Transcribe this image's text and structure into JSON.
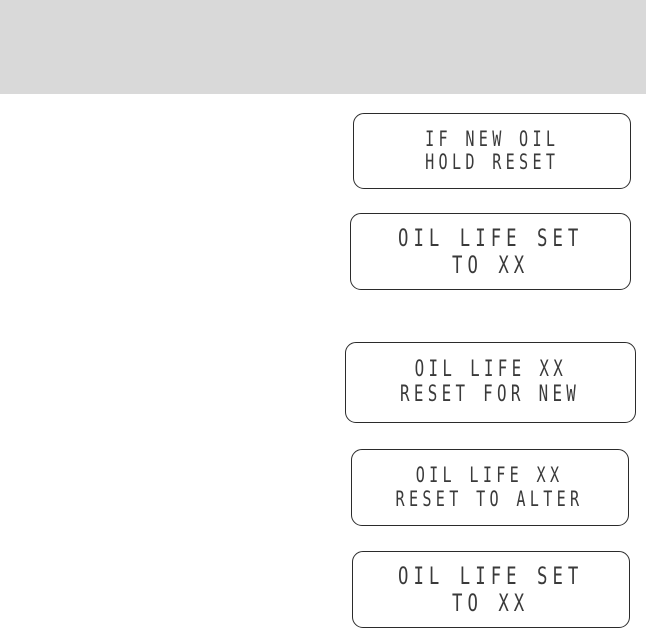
{
  "header": {
    "color": "#d9d9d9"
  },
  "displays": [
    {
      "line1": "IF NEW OIL",
      "line2": "HOLD RESET"
    },
    {
      "line1": "OIL LIFE SET",
      "line2": "TO XX"
    },
    {
      "line1": "OIL LIFE XX",
      "line2": "RESET FOR NEW"
    },
    {
      "line1": "OIL LIFE XX",
      "line2": "RESET TO ALTER"
    },
    {
      "line1": "OIL LIFE SET",
      "line2": "TO XX"
    }
  ]
}
